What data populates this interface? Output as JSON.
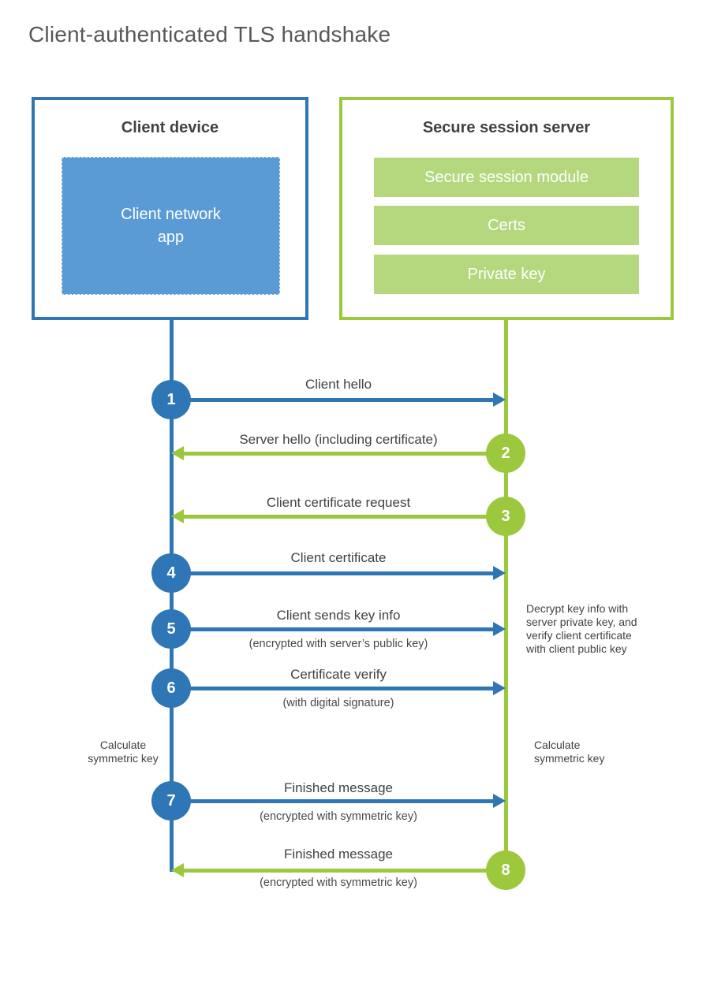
{
  "title": "Client-authenticated TLS handshake",
  "client": {
    "title": "Client device",
    "app_label": "Client network app"
  },
  "server": {
    "title": "Secure session server",
    "modules": [
      "Secure session module",
      "Certs",
      "Private key"
    ]
  },
  "colors": {
    "client_blue": "#2e76b5",
    "client_blue_fill": "#5b9bd5",
    "server_green": "#9cc83e",
    "server_green_fill": "#b5d87f"
  },
  "messages": [
    {
      "step": "1",
      "label": "Client hello",
      "sublabel": "",
      "from": "client",
      "to": "server"
    },
    {
      "step": "2",
      "label": "Server hello (including certificate)",
      "sublabel": "",
      "from": "server",
      "to": "client"
    },
    {
      "step": "3",
      "label": "Client certificate request",
      "sublabel": "",
      "from": "server",
      "to": "client"
    },
    {
      "step": "4",
      "label": "Client certificate",
      "sublabel": "",
      "from": "client",
      "to": "server"
    },
    {
      "step": "5",
      "label": "Client sends key info",
      "sublabel": "(encrypted with server’s public key)",
      "from": "client",
      "to": "server"
    },
    {
      "step": "6",
      "label": "Certificate verify",
      "sublabel": "(with digital signature)",
      "from": "client",
      "to": "server"
    },
    {
      "step": "7",
      "label": "Finished message",
      "sublabel": "(encrypted with symmetric key)",
      "from": "client",
      "to": "server"
    },
    {
      "step": "8",
      "label": "Finished message",
      "sublabel": "(encrypted with symmetric key)",
      "from": "server",
      "to": "client"
    }
  ],
  "notes": {
    "decrypt": "Decrypt key info with server private key, and verify client certificate with client public key",
    "calculate_left": "Calculate symmetric key",
    "calculate_right": "Calculate symmetric key"
  }
}
